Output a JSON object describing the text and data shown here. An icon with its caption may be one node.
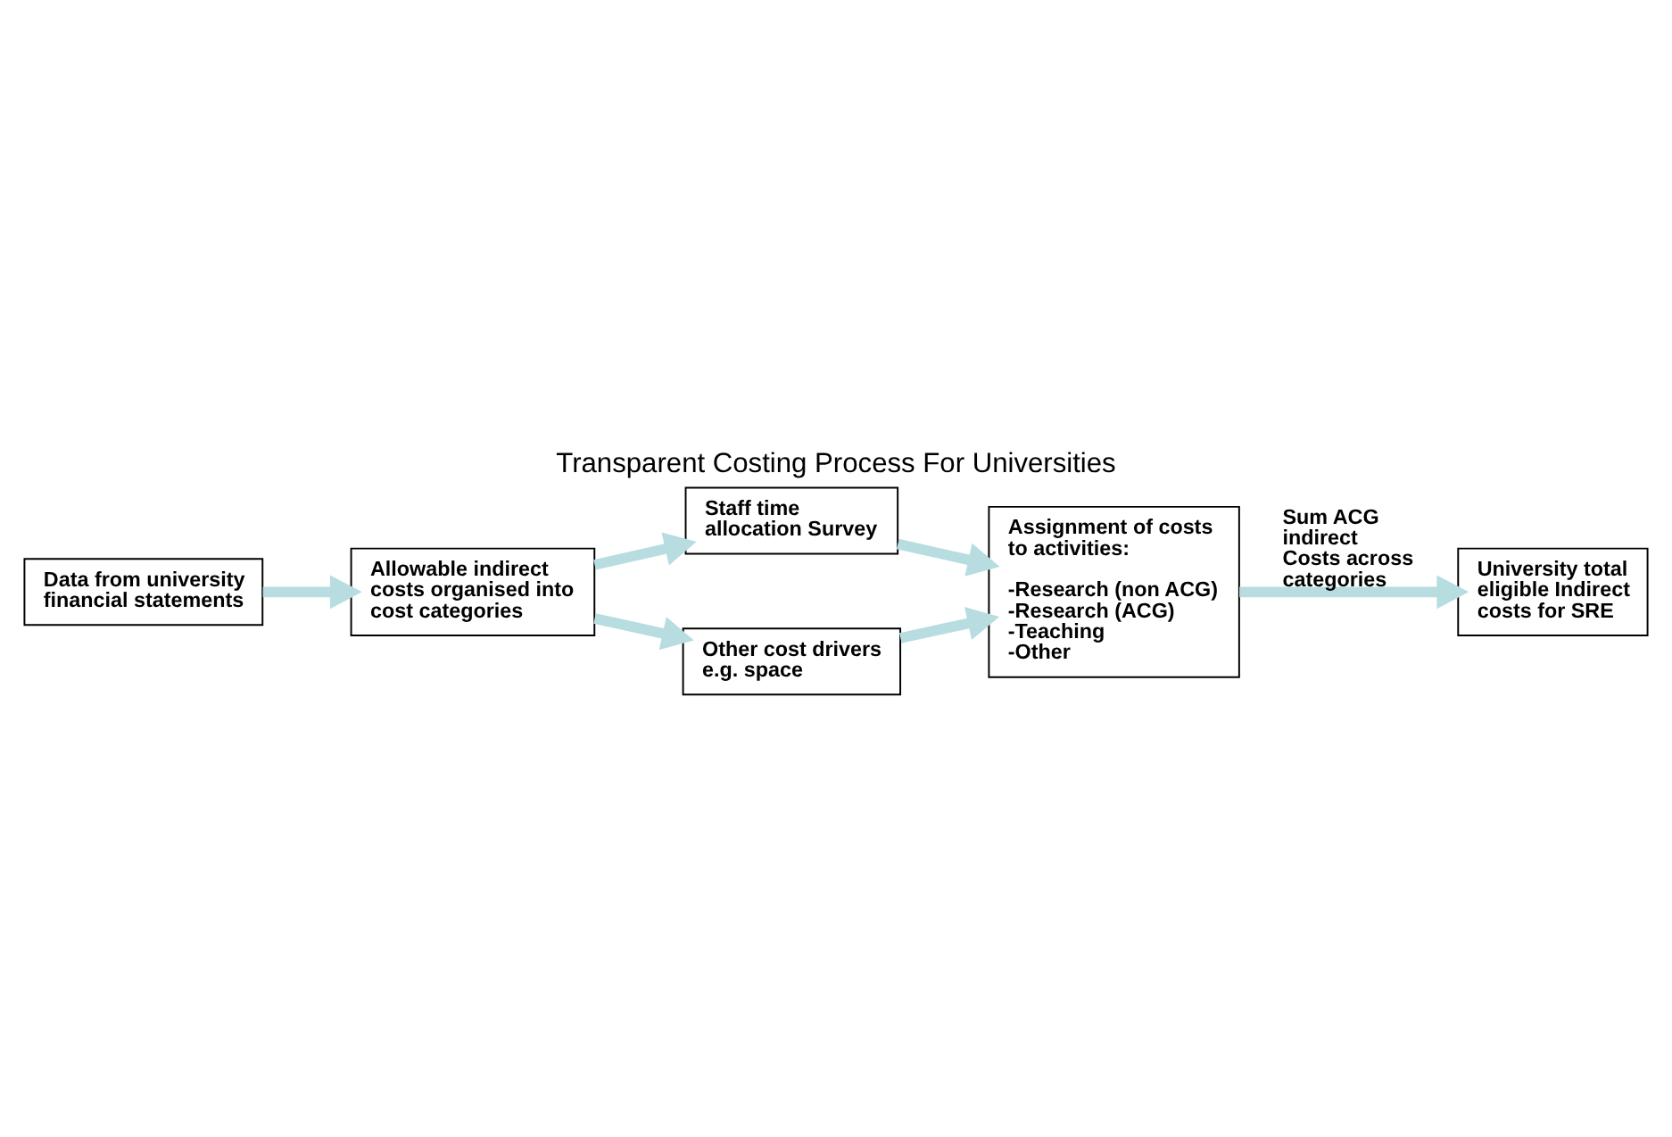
{
  "diagram": {
    "title": "Transparent Costing Process For Universities",
    "nodes": [
      {
        "text": [
          "Data from university financial statements"
        ]
      },
      {
        "text": [
          "Allowable indirect costs organised into cost categories"
        ]
      },
      {
        "text": [
          "Staff time allocation Survey"
        ]
      },
      {
        "text": [
          "Other cost drivers e.g. space"
        ]
      },
      {
        "text": [
          "Assignment of costs to activities:",
          "-Research (non ACG)",
          "-Research (ACG)",
          "-Teaching",
          "-Other"
        ]
      },
      {
        "text": [
          "University total eligible Indirect costs for SRE"
        ]
      }
    ],
    "edges": [
      {
        "from": 0,
        "to": 1,
        "arrow": "to"
      },
      {
        "from": 1,
        "to": 2,
        "arrow": "to"
      },
      {
        "from": 1,
        "to": 3,
        "arrow": "to"
      },
      {
        "from": 2,
        "to": 4,
        "arrow": "to"
      },
      {
        "from": 3,
        "to": 4,
        "arrow": "to"
      },
      {
        "from": 4,
        "to": 5,
        "arrow": "to",
        "label": "Sum ACG indirect Costs across categories"
      }
    ]
  }
}
